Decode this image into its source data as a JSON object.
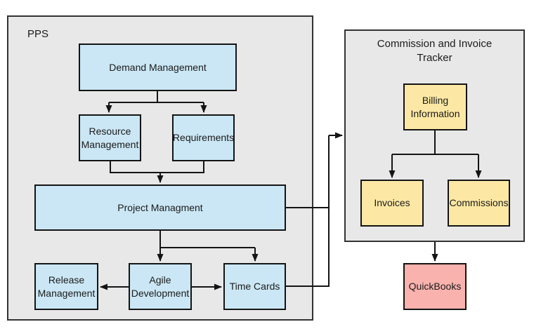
{
  "colors": {
    "canvas_bg": "#ffffff",
    "container_fill": "#e8e8e8",
    "container_border": "#333333",
    "node_blue": "#cbe7f5",
    "node_yellow": "#fce8a4",
    "node_red": "#f9b2ad",
    "node_border": "#141414",
    "line": "#141414",
    "text": "#1a1a1a"
  },
  "containers": {
    "pps": {
      "label": "PPS"
    },
    "tracker": {
      "label": "Commission and Invoice Tracker"
    }
  },
  "nodes": {
    "demand_management": {
      "label": "Demand Management"
    },
    "resource_management": {
      "label": "Resource Management"
    },
    "requirements": {
      "label": "Requirements"
    },
    "project_management": {
      "label": "Project Managment"
    },
    "release_management": {
      "label": "Release Management"
    },
    "agile_development": {
      "label": "Agile Development"
    },
    "time_cards": {
      "label": "Time Cards"
    },
    "billing_information": {
      "label": "Billing Information"
    },
    "invoices": {
      "label": "Invoices"
    },
    "commissions": {
      "label": "Commissions"
    },
    "quickbooks": {
      "label": "QuickBooks"
    }
  },
  "edges": [
    {
      "from": "Demand Management",
      "to": "Resource Management"
    },
    {
      "from": "Demand Management",
      "to": "Requirements"
    },
    {
      "from": "Resource Management",
      "to": "Project Managment"
    },
    {
      "from": "Requirements",
      "to": "Project Managment"
    },
    {
      "from": "Project Managment",
      "to": "Agile Development"
    },
    {
      "from": "Project Managment",
      "to": "Time Cards"
    },
    {
      "from": "Agile Development",
      "to": "Release Management"
    },
    {
      "from": "Agile Development",
      "to": "Time Cards"
    },
    {
      "from": "Project Managment",
      "to": "Commission and Invoice Tracker"
    },
    {
      "from": "Time Cards",
      "to": "Commission and Invoice Tracker"
    },
    {
      "from": "Billing Information",
      "to": "Invoices"
    },
    {
      "from": "Billing Information",
      "to": "Commissions"
    },
    {
      "from": "Commission and Invoice Tracker",
      "to": "QuickBooks"
    }
  ]
}
